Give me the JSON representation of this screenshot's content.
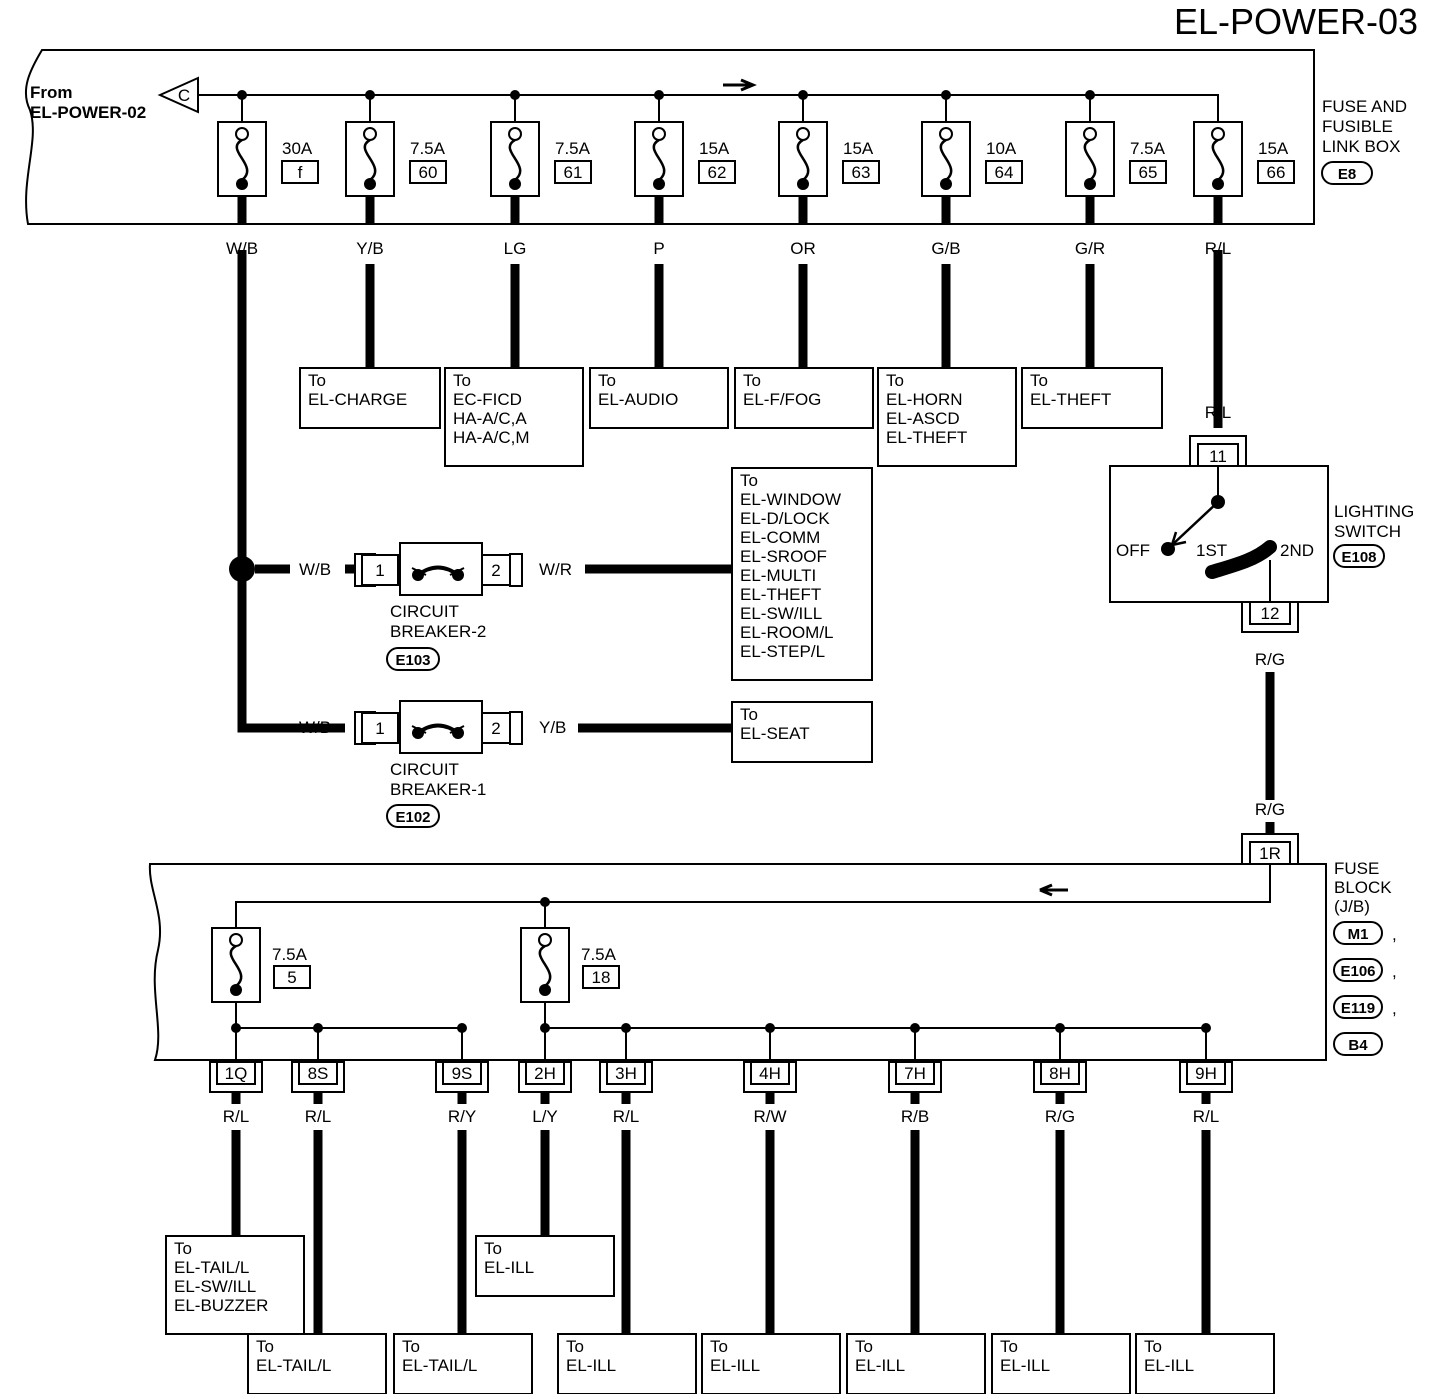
{
  "title": "EL-POWER-03",
  "from_label": [
    "From",
    "EL-POWER-02"
  ],
  "from_connector": "C",
  "fuse_link_box": {
    "name": [
      "FUSE AND",
      "FUSIBLE",
      "LINK BOX"
    ],
    "connector": "E8",
    "fuses": [
      {
        "rating": "30A",
        "id": "f",
        "wire": "W/B"
      },
      {
        "rating": "7.5A",
        "id": "60",
        "wire": "Y/B"
      },
      {
        "rating": "7.5A",
        "id": "61",
        "wire": "LG"
      },
      {
        "rating": "15A",
        "id": "62",
        "wire": "P"
      },
      {
        "rating": "15A",
        "id": "63",
        "wire": "OR"
      },
      {
        "rating": "10A",
        "id": "64",
        "wire": "G/B"
      },
      {
        "rating": "7.5A",
        "id": "65",
        "wire": "G/R"
      },
      {
        "rating": "15A",
        "id": "66",
        "wire": "R/L"
      }
    ]
  },
  "destinations_top": [
    {
      "lines": [
        "To",
        "EL-CHARGE"
      ]
    },
    {
      "lines": [
        "To",
        "EC-FICD",
        "HA-A/C,A",
        "HA-A/C,M"
      ]
    },
    {
      "lines": [
        "To",
        "EL-AUDIO"
      ]
    },
    {
      "lines": [
        "To",
        "EL-F/FOG"
      ]
    },
    {
      "lines": [
        "To",
        "EL-HORN",
        "EL-ASCD",
        "EL-THEFT"
      ]
    },
    {
      "lines": [
        "To",
        "EL-THEFT"
      ]
    }
  ],
  "circuit_breaker_2": {
    "name": [
      "CIRCUIT",
      "BREAKER-2"
    ],
    "connector": "E103",
    "pins": [
      "1",
      "2"
    ],
    "wire_in": "W/B",
    "wire_out": "W/R",
    "destination": [
      "To",
      "EL-WINDOW",
      "EL-D/LOCK",
      "EL-COMM",
      "EL-SROOF",
      "EL-MULTI",
      "EL-THEFT",
      "EL-SW/ILL",
      "EL-ROOM/L",
      "EL-STEP/L"
    ]
  },
  "circuit_breaker_1": {
    "name": [
      "CIRCUIT",
      "BREAKER-1"
    ],
    "connector": "E102",
    "pins": [
      "1",
      "2"
    ],
    "wire_in": "W/B",
    "wire_out": "Y/B",
    "destination": [
      "To",
      "EL-SEAT"
    ]
  },
  "lighting_switch": {
    "name": [
      "LIGHTING",
      "SWITCH"
    ],
    "connector": "E108",
    "pin_in": "11",
    "pin_out": "12",
    "positions": [
      "OFF",
      "1ST",
      "2ND"
    ],
    "wire_in": "R/L",
    "wire_out": "R/G",
    "wire_out2": "R/G"
  },
  "fuse_block": {
    "name": [
      "FUSE",
      "BLOCK",
      "(J/B)"
    ],
    "connectors": [
      "M1",
      "E106",
      "E119",
      "B4"
    ],
    "inlet": "1R",
    "fuses": [
      {
        "rating": "7.5A",
        "id": "5"
      },
      {
        "rating": "7.5A",
        "id": "18"
      }
    ],
    "outputs": [
      {
        "pin": "1Q",
        "wire": "R/L"
      },
      {
        "pin": "8S",
        "wire": "R/L"
      },
      {
        "pin": "9S",
        "wire": "R/Y"
      },
      {
        "pin": "2H",
        "wire": "L/Y"
      },
      {
        "pin": "3H",
        "wire": "R/L"
      },
      {
        "pin": "4H",
        "wire": "R/W"
      },
      {
        "pin": "7H",
        "wire": "R/B"
      },
      {
        "pin": "8H",
        "wire": "R/G"
      },
      {
        "pin": "9H",
        "wire": "R/L"
      }
    ]
  },
  "destinations_bottom": [
    {
      "lines": [
        "To",
        "EL-TAIL/L",
        "EL-SW/ILL",
        "EL-BUZZER"
      ]
    },
    {
      "lines": [
        "To",
        "EL-TAIL/L"
      ]
    },
    {
      "lines": [
        "To",
        "EL-TAIL/L"
      ]
    },
    {
      "lines": [
        "To",
        "EL-ILL"
      ]
    },
    {
      "lines": [
        "To",
        "EL-ILL"
      ]
    },
    {
      "lines": [
        "To",
        "EL-ILL"
      ]
    },
    {
      "lines": [
        "To",
        "EL-ILL"
      ]
    },
    {
      "lines": [
        "To",
        "EL-ILL"
      ]
    },
    {
      "lines": [
        "To",
        "EL-ILL"
      ]
    }
  ]
}
